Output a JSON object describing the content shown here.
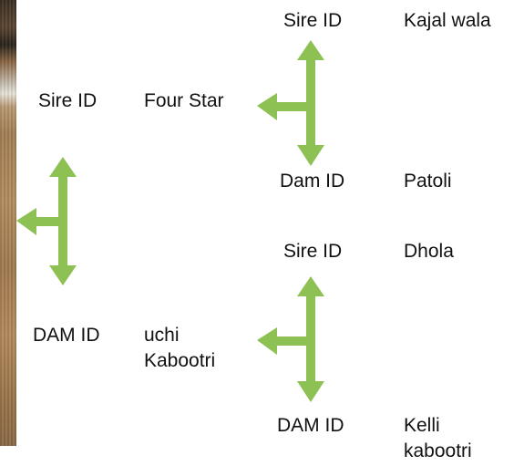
{
  "colors": {
    "arrow": "#8dc153"
  },
  "root": {
    "sire_label": "Sire ID",
    "sire_name": "Four Star",
    "dam_label": "DAM ID",
    "dam_name": "uchi Kabootri"
  },
  "sire_parents": {
    "sire_label": "Sire ID",
    "sire_name": "Kajal wala",
    "dam_label": "Dam ID",
    "dam_name": "Patoli"
  },
  "dam_parents": {
    "sire_label": "Sire ID",
    "sire_name": "Dhola",
    "dam_label": "DAM ID",
    "dam_name": "Kelli kabootri"
  }
}
